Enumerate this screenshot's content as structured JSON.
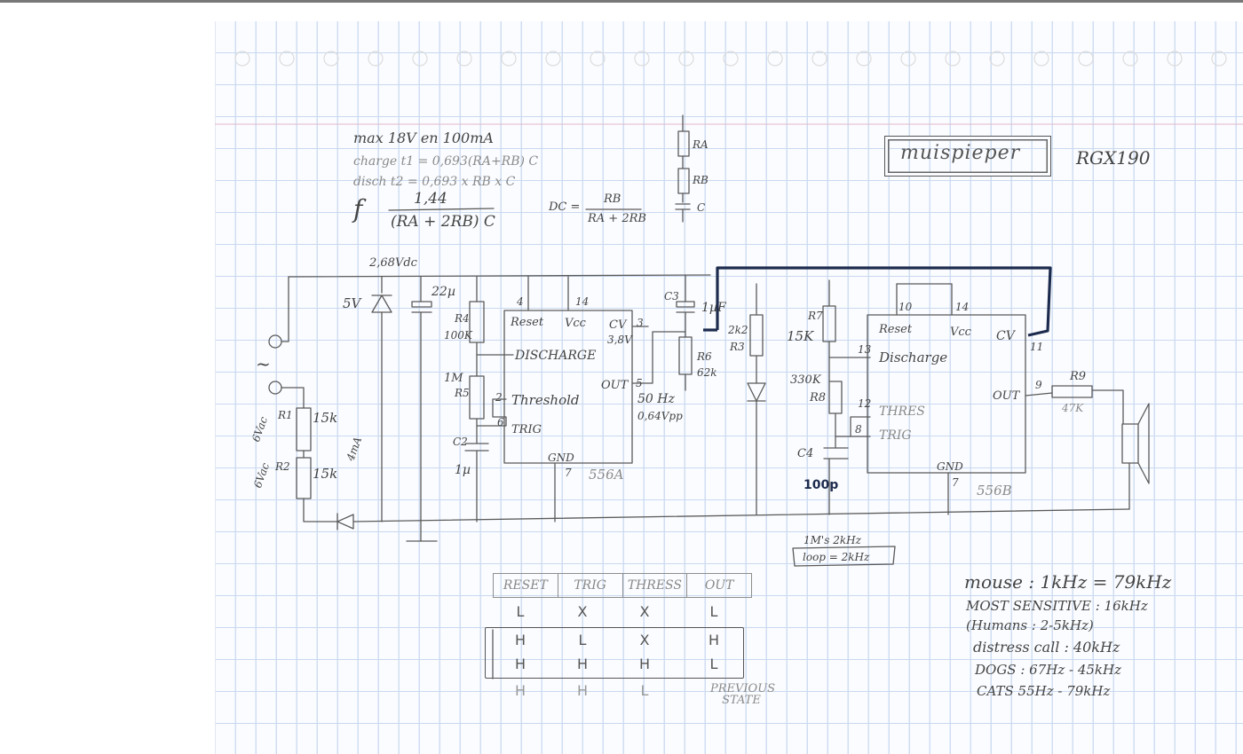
{
  "title": "muispieper",
  "model": "RGX190",
  "formulas": {
    "max_rating": "max 18V en 100mA",
    "charge": "charge  t1 = 0,693(RA+RB) C",
    "discharge": "disch  t2 = 0,693 x RB x C",
    "freq_symbol": "f",
    "freq_num": "1,44",
    "freq_den": "(RA + 2RB) C",
    "dc_label": "DC =",
    "dc_num": "RB",
    "dc_den": "RA + 2RB"
  },
  "legend_network": {
    "ra": "RA",
    "rb": "RB",
    "c": "C"
  },
  "labels": {
    "supply_v": "2,68Vdc",
    "zener": "5V",
    "cap_22u": "22µ",
    "r4": "R4",
    "r4_val": "100K",
    "r5_val": "1M",
    "r5": "R5",
    "c2": "C2",
    "c2_val": "1µ",
    "r1": "R1",
    "r1_val": "15k",
    "r2": "R2",
    "r2_val": "15k",
    "r1_volt": "6Vac",
    "r2_volt": "6Vac",
    "current": "4mA",
    "tilde": "~",
    "pin4": "4",
    "pin14a": "14",
    "pin3": "3",
    "pin5": "5",
    "pin2": "2",
    "pin6": "6",
    "pin7a": "7",
    "reset_a": "Reset",
    "vcc_a": "Vcc",
    "cv_a": "CV",
    "cv_volt": "3,8V",
    "discharge_a": "DISCHARGE",
    "threshold_a": "Threshold",
    "trig_a": "TRIG",
    "out_a": "OUT",
    "gnd_a": "GND",
    "chip_a": "556A",
    "freq_out": "50 Hz",
    "vpp": "0,64Vpp",
    "c3": "C3",
    "c3_val": "1µF",
    "r6": "R6",
    "r6_val": "62k",
    "r3_val": "2k2",
    "r3": "R3",
    "r7": "R7",
    "r7_val": "15K",
    "r8_val": "330K",
    "r8": "R8",
    "c4": "C4",
    "c4_val": "100p",
    "pin10": "10",
    "pin14b": "14",
    "pin13": "13",
    "pin12": "12",
    "pin8": "8",
    "pin11": "11",
    "pin9": "9",
    "pin7b": "7",
    "reset_b": "Reset",
    "vcc_b": "Vcc",
    "cv_b": "CV",
    "discharge_b": "Discharge",
    "thres_b": "THRES",
    "trig_b": "TRIG",
    "out_b": "OUT",
    "gnd_b": "GND",
    "chip_b": "556B",
    "r9": "R9",
    "r9_val": "47K",
    "freq_note_1": "1M's 2kHz",
    "freq_note_2": "loop = 2kHz"
  },
  "truth_table": {
    "headers": [
      "RESET",
      "TRIG",
      "THRESS",
      "OUT"
    ],
    "rows": [
      [
        "L",
        "X",
        "X",
        "L"
      ],
      [
        "H",
        "L",
        "X",
        "H"
      ],
      [
        "H",
        "H",
        "H",
        "L"
      ],
      [
        "H",
        "H",
        "L",
        "PREVIOUS STATE"
      ]
    ]
  },
  "hearing_notes": {
    "mouse": "mouse : 1kHz = 79kHz",
    "sensitive": "MOST SENSITIVE : 16kHz",
    "humans": "(Humans      : 2-5kHz)",
    "distress": "distress call : 40kHz",
    "dogs": "DOGS            : 67Hz - 45kHz",
    "cats": "CATS            55Hz - 79kHz"
  },
  "colors": {
    "pencil": "#5a5a5a",
    "marker": "#1d2b4e",
    "paper": "#fbfcff",
    "ruling": "#c9d9ef"
  }
}
